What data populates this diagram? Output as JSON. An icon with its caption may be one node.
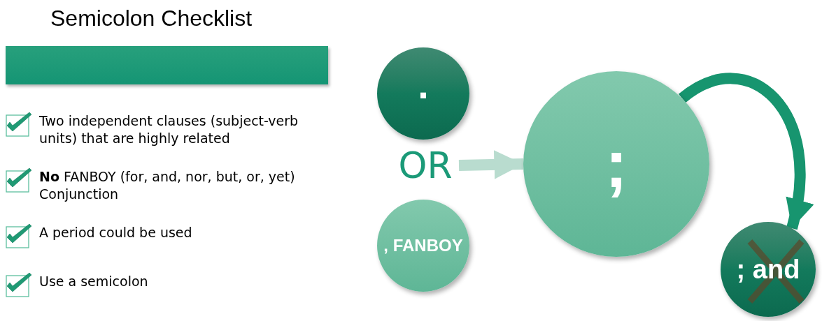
{
  "diagram": {
    "title": "Semicolon Checklist",
    "nodes": [
      {
        "text": [
          "."
        ]
      },
      {
        "text": [
          "OR"
        ]
      },
      {
        "text": [
          ", FANBOY"
        ]
      },
      {
        "text": [
          ";"
        ]
      },
      {
        "text": [
          "; and"
        ]
      }
    ],
    "edges": [
      {
        "from": 1,
        "to": 3,
        "arrow": "to",
        "color": "#b9dccf"
      },
      {
        "from": 3,
        "to": 4,
        "arrow": "to",
        "color": "#17956f"
      }
    ],
    "labels": [
      "Two independent clauses (subject-verb units) that are highly related",
      "**No** FANBOY (for, and, nor, but, or, yet) Conjunction",
      "A period could be used",
      "Use a semicolon"
    ]
  }
}
